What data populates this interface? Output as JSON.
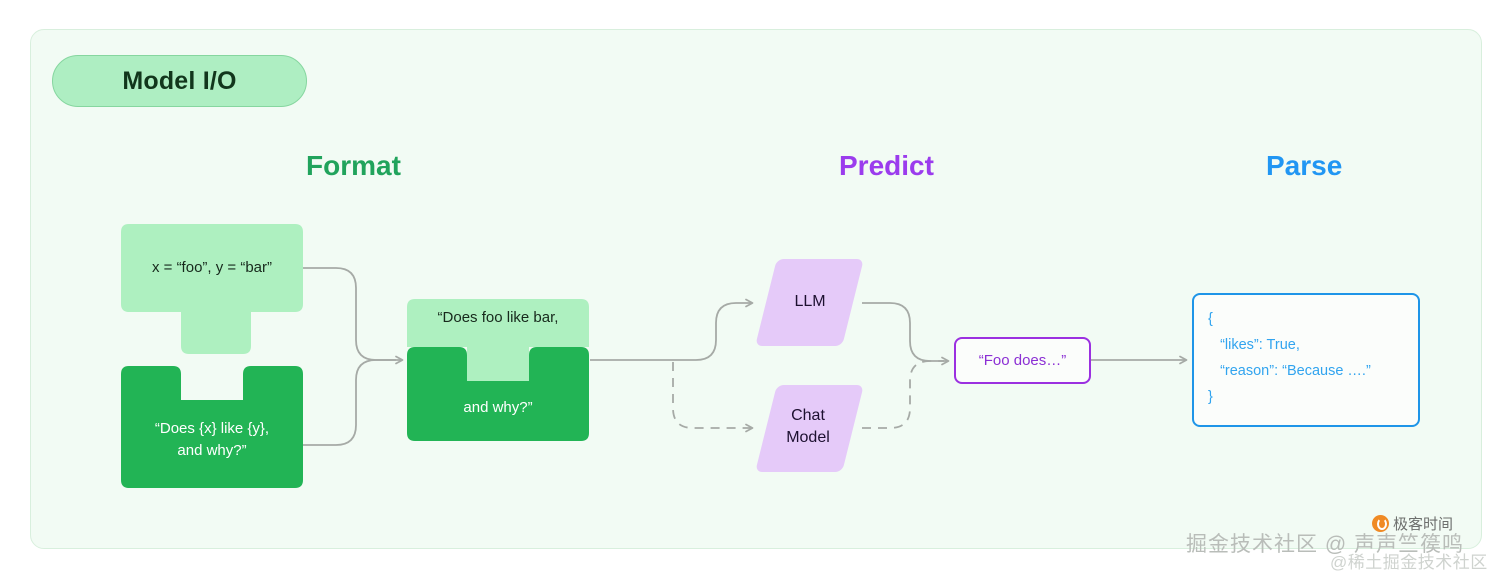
{
  "panel": {
    "title": "Model I/O",
    "background": "#f2fbf4",
    "border_color": "#d8efdd"
  },
  "headings": [
    {
      "name": "format",
      "label": "Format",
      "color": "#21a35c"
    },
    {
      "name": "predict",
      "label": "Predict",
      "color": "#9b3ced"
    },
    {
      "name": "parse",
      "label": "Parse",
      "color": "#2196f3"
    }
  ],
  "format": {
    "input_piece": {
      "label": "x = “foo”, y = “bar”",
      "color": "#aef0c0",
      "text_color": "#17291c"
    },
    "template_piece": {
      "label": "“Does {x} like {y},\nand why?”",
      "color": "#22b455",
      "text_color": "#ffffff"
    },
    "merged_piece": {
      "top_label": "“Does foo like bar,",
      "bottom_label": "and why?”",
      "top_color": "#aef0c0",
      "bottom_color": "#22b455"
    }
  },
  "predict": {
    "models": [
      {
        "name": "llm",
        "label": "LLM",
        "color": "#e5caf9",
        "line_style": "solid"
      },
      {
        "name": "chat-model",
        "label": "Chat\nModel",
        "color": "#e5caf9",
        "line_style": "dashed"
      }
    ],
    "output_box": {
      "label": "“Foo does…”",
      "border_color": "#9b30e0",
      "text_color": "#8b2fd4"
    }
  },
  "parse": {
    "json_box": {
      "border_color": "#1e95e8",
      "text_color": "#31a4ef",
      "lines": [
        "{",
        "   “likes”: True,",
        "   “reason”: “Because ….”",
        "}"
      ]
    }
  },
  "watermarks": {
    "main": "掘金技术社区 @ 声声竺篌鸣",
    "brand": "极客时间",
    "sub": "@稀土掘金技术社区"
  }
}
